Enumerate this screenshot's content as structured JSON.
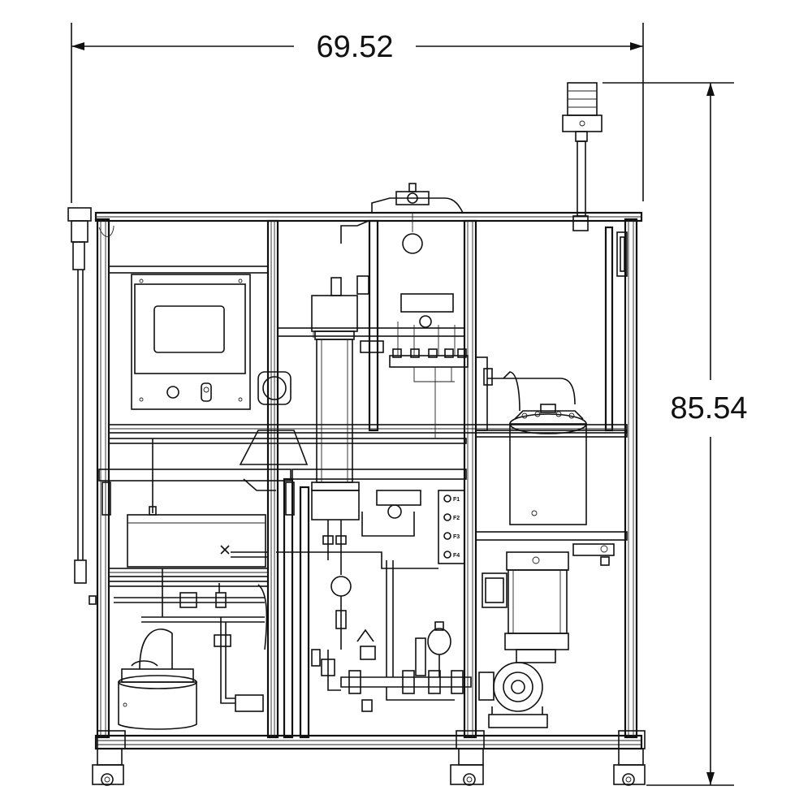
{
  "dimensions": {
    "width_value": "69.52",
    "height_value": "85.54"
  },
  "panel_labels": {
    "f1": "F1",
    "f2": "F2",
    "f3": "F3",
    "f4": "F4"
  },
  "colors": {
    "line": "#111111",
    "background": "#ffffff"
  }
}
